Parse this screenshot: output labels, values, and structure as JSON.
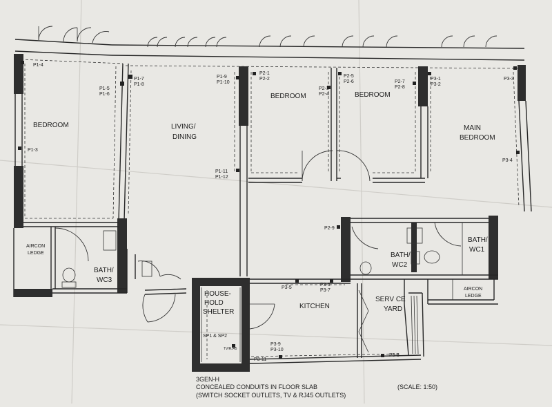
{
  "rooms": {
    "bedroom_left": [
      "BEDROOM"
    ],
    "living_dining": [
      "LIVING/",
      "DINING"
    ],
    "bedroom_mid": [
      "BEDROOM"
    ],
    "bedroom_right": [
      "BEDROOM"
    ],
    "main_bedroom": [
      "MAIN",
      "BEDROOM"
    ],
    "aircon_ledge_left": [
      "AIRCON",
      "LEDGE"
    ],
    "bath_wc3": [
      "BATH/",
      "WC3"
    ],
    "bath_wc2": [
      "BATH/",
      "WC2"
    ],
    "bath_wc1": [
      "BATH/",
      "WC1"
    ],
    "household_shelter": [
      "HOUSE-",
      "HOLD",
      "SHELTER"
    ],
    "kitchen": [
      "KITCHEN"
    ],
    "service_yard": [
      "SERV CE",
      "YARD"
    ],
    "aircon_ledge_right": [
      "AIRCON",
      "LEDGE"
    ]
  },
  "points": {
    "p1_4": "P1-4",
    "p1_3": "P1-3",
    "p1_5": "P1-5",
    "p1_6": "P1-6",
    "p1_7": "P1-7",
    "p1_8": "P1-8",
    "p1_9": "P1-9",
    "p1_10": "P1-10",
    "p1_11": "P1-11",
    "p1_12": "P1-12",
    "p2_1": "P2-1",
    "p2_2": "P2-2",
    "p2_3": "P2-3",
    "p2_4": "P2-4",
    "p2_5": "P2-5",
    "p2_6": "P2-6",
    "p2_7": "P2-7",
    "p2_8": "P2-8",
    "p2_9": "P2-9",
    "p3_1": "P3-1",
    "p3_2": "P3-2",
    "p3_3": "P3-3",
    "p3_4": "P3-4",
    "p3_5": "P3-5",
    "p3_6": "P3-6",
    "p3_7": "P3-7",
    "p3_8": "P3-8",
    "p3_9": "P3-9",
    "p3_10": "P3-10",
    "p3_11": "P3-11",
    "sp": "SP1 & SP2",
    "tv": "TV/RJ45"
  },
  "notes": {
    "plan_type": "3GEN-H",
    "line1": "CONCEALED CONDUITS IN FLOOR SLAB",
    "line2": "(SWITCH SOCKET OUTLETS, TV & RJ45 OUTLETS)",
    "scale": "(SCALE: 1:50)"
  }
}
